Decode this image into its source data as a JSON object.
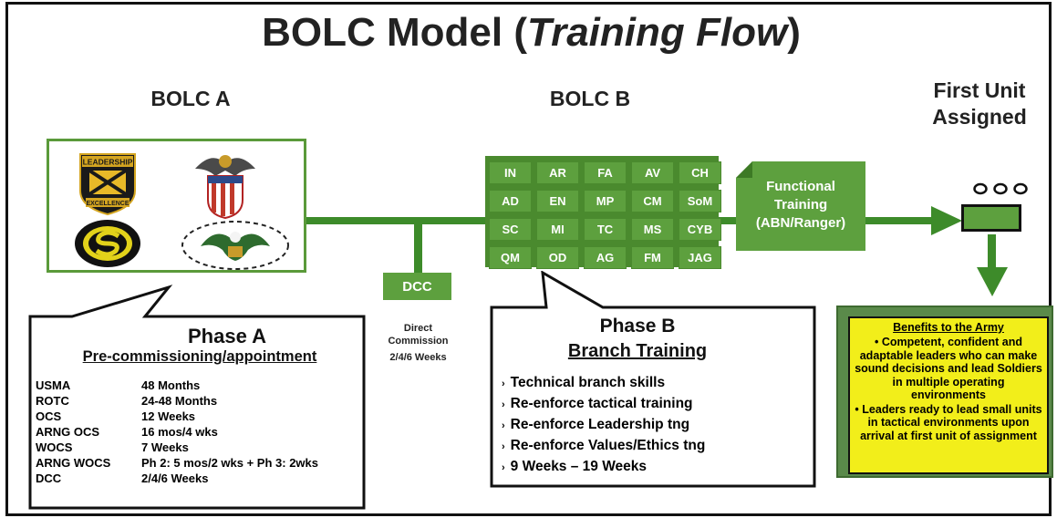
{
  "title": {
    "main": "BOLC Model (",
    "italic": "Training Flow",
    "end": ")"
  },
  "bolc_a": {
    "label": "BOLC A"
  },
  "bolc_b": {
    "label": "BOLC B",
    "branches": [
      [
        "IN",
        "AR",
        "FA",
        "AV",
        "CH"
      ],
      [
        "AD",
        "EN",
        "MP",
        "CM",
        "SoM"
      ],
      [
        "SC",
        "MI",
        "TC",
        "MS",
        "CYB"
      ],
      [
        "QM",
        "OD",
        "AG",
        "FM",
        "JAG"
      ]
    ]
  },
  "first_unit": {
    "line1": "First Unit",
    "line2": "Assigned"
  },
  "functional": {
    "line1": "Functional",
    "line2": "Training",
    "line3": "(ABN/Ranger)"
  },
  "dcc": {
    "box_label": "DCC",
    "caption1": "Direct",
    "caption2": "Commission",
    "duration": "2/4/6 Weeks"
  },
  "phase_a": {
    "title": "Phase A",
    "subtitle": "Pre-commissioning/appointment",
    "rows": [
      [
        "USMA",
        "48 Months"
      ],
      [
        "ROTC",
        "24-48 Months"
      ],
      [
        "OCS",
        "12 Weeks"
      ],
      [
        "ARNG OCS",
        "16 mos/4 wks"
      ],
      [
        "WOCS",
        "7 Weeks"
      ],
      [
        "ARNG WOCS",
        "Ph 2: 5 mos/2 wks + Ph 3: 2wks"
      ],
      [
        "DCC",
        "2/4/6 Weeks"
      ]
    ]
  },
  "phase_b": {
    "title": "Phase B",
    "subtitle": "Branch Training",
    "bullets": [
      "Technical branch skills",
      "Re-enforce tactical training",
      "Re-enforce Leadership tng",
      "Re-enforce Values/Ethics tng",
      "9 Weeks – 19 Weeks"
    ]
  },
  "benefits": {
    "title": "Benefits to the Army",
    "items": [
      "Competent, confident and adaptable leaders who can make sound decisions and lead Soldiers in multiple operating environments",
      "Leaders ready to lead small units in tactical environments upon arrival at first unit of assignment"
    ]
  },
  "logos": {
    "rotc": {
      "top": "LEADERSHIP",
      "bottom": "EXCELLENCE"
    }
  },
  "colors": {
    "green": "#5da03e",
    "dark_green": "#3d8b2a",
    "yellow": "#f2ee1a"
  }
}
